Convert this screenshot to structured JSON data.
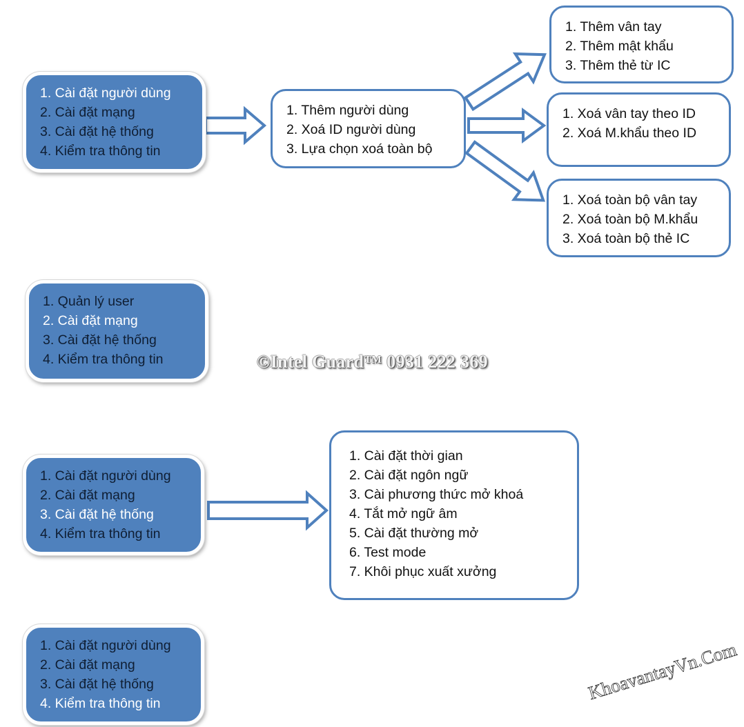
{
  "colors": {
    "menu_fill": "#4f81bd",
    "outline": "#4f81bd",
    "active_text": "#ffffff",
    "inactive_text": "#0f1e33"
  },
  "section_user": {
    "main_menu": {
      "active_index": 0,
      "items": [
        "1. Cài đặt người dùng",
        "2. Cài đặt mạng",
        "3. Cài đặt hệ thống",
        "4. Kiểm tra thông tin"
      ]
    },
    "user_menu": {
      "items": [
        "1. Thêm người dùng",
        "2. Xoá ID người dùng",
        "3. Lựa chọn xoá toàn bộ"
      ]
    },
    "add_menu": {
      "items": [
        "1. Thêm vân tay",
        "2. Thêm mật khẩu",
        "3. Thêm thẻ từ IC"
      ]
    },
    "delete_id_menu": {
      "items": [
        "1. Xoá vân tay theo ID",
        "2. Xoá M.khẩu theo ID"
      ]
    },
    "delete_all_menu": {
      "items": [
        "1. Xoá toàn bộ vân tay",
        "2. Xoá toàn bộ M.khẩu",
        "3. Xoá toàn bộ thẻ IC"
      ]
    }
  },
  "section_network": {
    "main_menu": {
      "active_index": 1,
      "items": [
        "1. Quản lý user",
        "2. Cài đặt mạng",
        "3. Cài đặt hệ thống",
        "4. Kiểm tra thông tin"
      ]
    }
  },
  "watermark": "©Intel Guard™ 0931 222 369",
  "section_system": {
    "main_menu": {
      "active_index": 2,
      "items": [
        "1. Cài đặt người dùng",
        "2. Cài đặt mạng",
        "3. Cài đặt hệ thống",
        "4. Kiểm tra thông tin"
      ]
    },
    "system_menu": {
      "items": [
        "1. Cài đặt thời gian",
        "2. Cài đặt ngôn ngữ",
        "3. Cài phương thức mở khoá",
        "4. Tắt mở ngữ âm",
        "5. Cài đặt thường mở",
        "6. Test mode",
        "7. Khôi phục xuất xưởng"
      ]
    }
  },
  "section_info": {
    "main_menu": {
      "active_index": 3,
      "items": [
        "1. Cài đặt người dùng",
        "2. Cài đặt mạng",
        "3. Cài đặt hệ thống",
        "4. Kiểm tra thông tin"
      ]
    }
  },
  "site_watermark": "KhoavantayVn.Com"
}
